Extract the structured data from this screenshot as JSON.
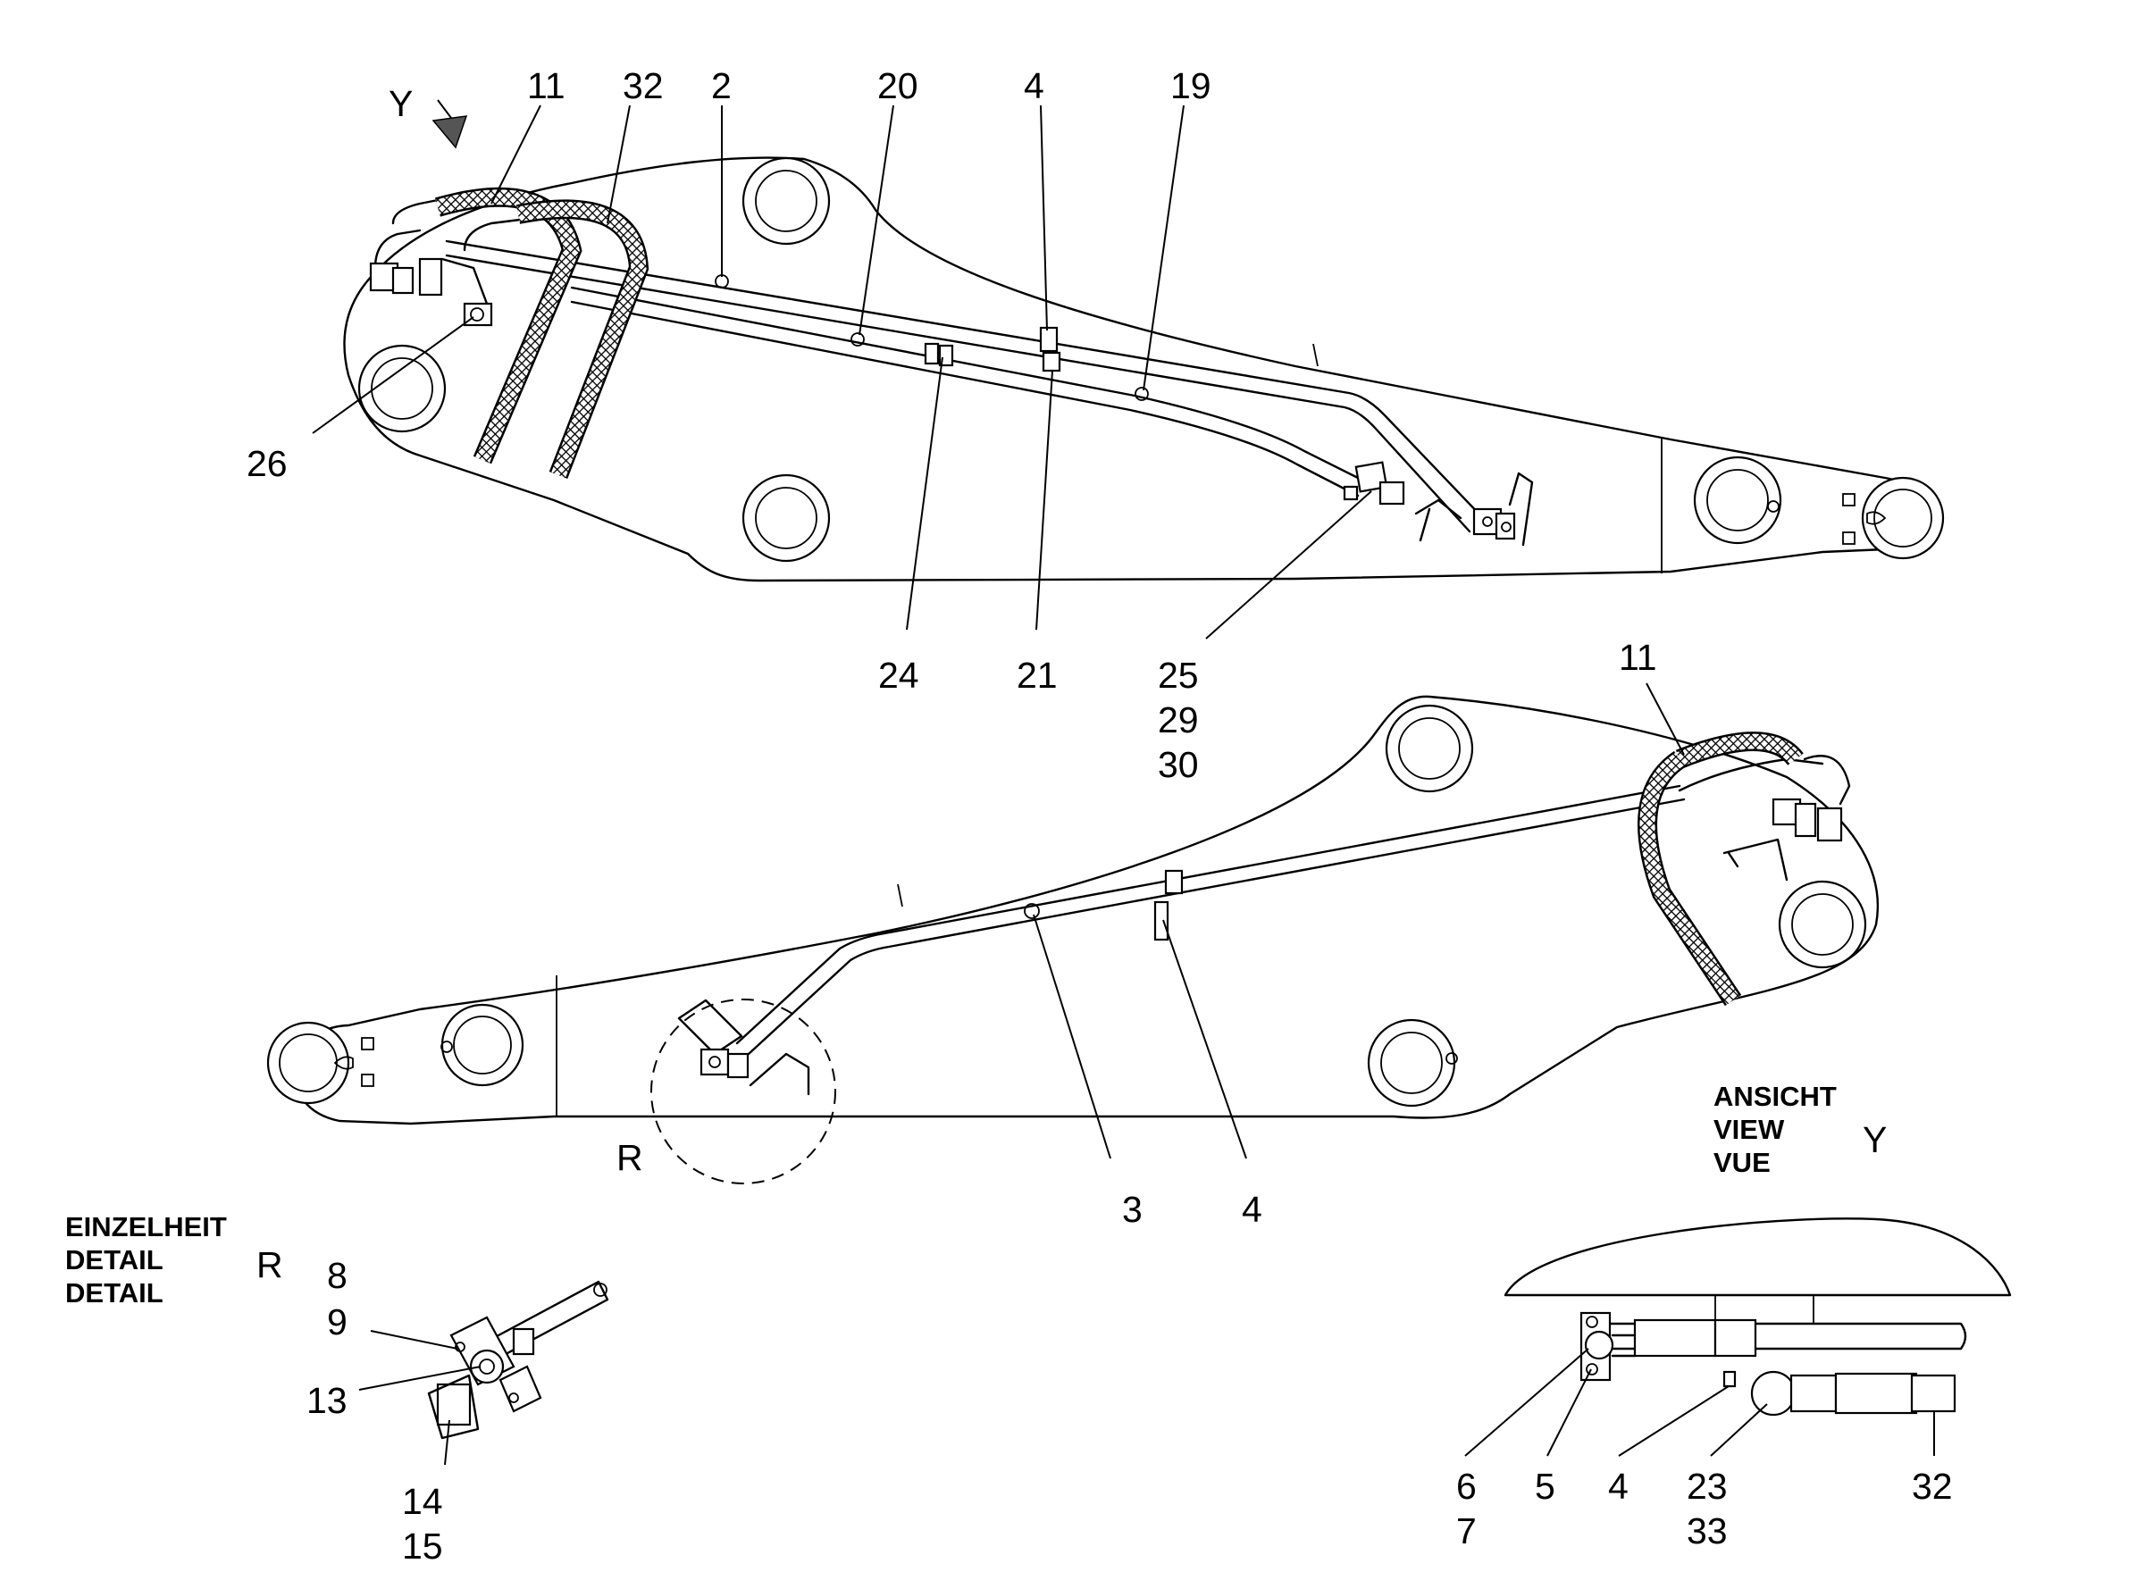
{
  "labels": {
    "view_letter_top": "Y",
    "view_letter_caption": "Y",
    "detail_letter": "R",
    "detail_letter_caption": "R",
    "view_caption": [
      "ANSICHT",
      "VIEW",
      "VUE"
    ],
    "detail_caption": [
      "EINZELHEIT",
      "DETAIL",
      "DETAIL"
    ]
  },
  "callouts": {
    "top": [
      "11",
      "32",
      "2",
      "20",
      "4",
      "19",
      "26",
      "24",
      "21",
      "25",
      "29",
      "30"
    ],
    "bottom": [
      "11",
      "3",
      "4"
    ],
    "detail": [
      "8",
      "9",
      "13",
      "14",
      "15"
    ],
    "view": [
      "6",
      "7",
      "5",
      "4",
      "23",
      "33",
      "32"
    ]
  },
  "colors": {
    "line": "#000000",
    "background": "#ffffff"
  }
}
